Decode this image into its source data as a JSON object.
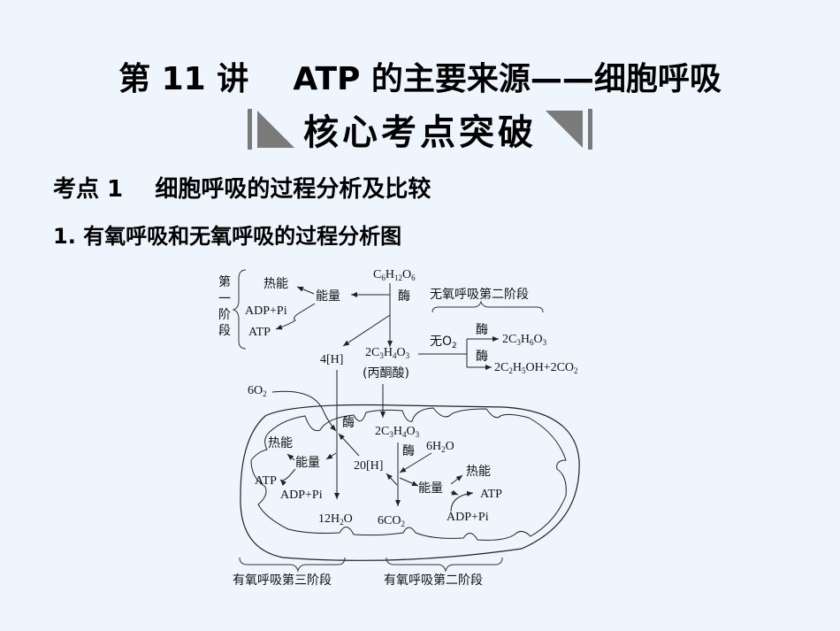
{
  "title": {
    "lecture": "第 11 讲",
    "topic": "ATP 的主要来源——细胞呼吸"
  },
  "banner": {
    "text": "核心考点突破"
  },
  "section": {
    "heading": "考点 1    细胞呼吸的过程分析及比较",
    "subheading": "1. 有氧呼吸和无氧呼吸的过程分析图"
  },
  "diagram": {
    "stage1": {
      "label_chars": [
        "第",
        "一",
        "阶",
        "段"
      ],
      "glucose": {
        "base": "C",
        "n1": "6",
        "h": "H",
        "n2": "12",
        "o": "O",
        "n3": "6"
      },
      "enzyme": "酶",
      "energy": "能量",
      "heat": "热能",
      "adp_pi": "ADP+Pi",
      "atp": "ATP",
      "hydrogen": "4[H]",
      "pyruvate": {
        "coef": "2",
        "c": "C",
        "n1": "3",
        "h": "H",
        "n2": "4",
        "o": "O",
        "n3": "3"
      },
      "pyruvate_name": "(丙酮酸)"
    },
    "anaerobic": {
      "stage_label": "无氧呼吸第二阶段",
      "no_o2": "无O",
      "no_o2_sub": "2",
      "enzyme1": "酶",
      "enzyme2": "酶",
      "product1": {
        "text": "2C",
        "n1": "3",
        "h": "H",
        "n2": "6",
        "o": "O",
        "n3": "3"
      },
      "product2": {
        "text": "2C",
        "n1": "2",
        "h": "H",
        "n2": "5",
        "rest": "OH+2CO",
        "n3": "2"
      }
    },
    "mitochondrion": {
      "oxygen": {
        "coef": "6O",
        "sub": "2"
      },
      "enzyme_stage3": "酶",
      "pyruvate": {
        "coef": "2C",
        "n1": "3",
        "h": "H",
        "n2": "4",
        "o": "O",
        "n3": "3"
      },
      "enzyme_stage2": "酶",
      "water_in": {
        "coef": "6H",
        "sub": "2",
        "o": "O"
      },
      "hydrogen": "20[H]",
      "left_heat": "热能",
      "left_energy": "能量",
      "left_atp": "ATP",
      "left_adp_pi": "ADP+Pi",
      "right_heat": "热能",
      "right_energy": "能量",
      "right_atp": "ATP",
      "right_adp_pi": "ADP+Pi",
      "water_out": {
        "coef": "12H",
        "sub": "2",
        "o": "O"
      },
      "co2": {
        "coef": "6CO",
        "sub": "2"
      }
    },
    "bottom_labels": {
      "stage3": "有氧呼吸第三阶段",
      "stage2": "有氧呼吸第二阶段"
    }
  },
  "colors": {
    "background": "#eef5fc",
    "banner_gray": "#7a7a7a",
    "text": "#000000"
  }
}
